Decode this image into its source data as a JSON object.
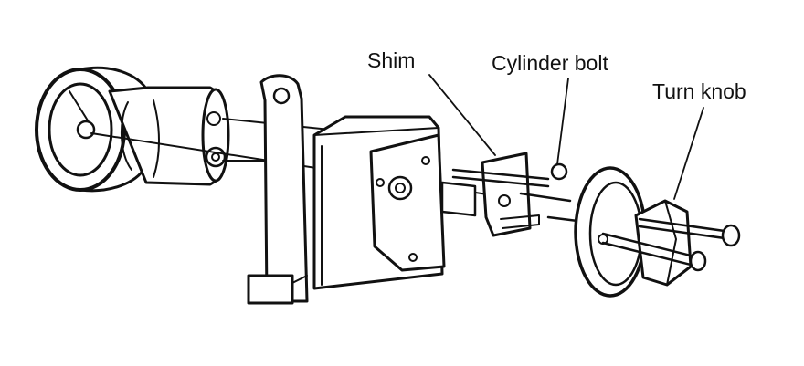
{
  "diagram": {
    "labels": {
      "shim": "Shim",
      "cylinder_bolt": "Cylinder bolt",
      "turn_knob": "Turn knob"
    },
    "colors": {
      "ink": "#111111",
      "background": "#ffffff"
    }
  }
}
